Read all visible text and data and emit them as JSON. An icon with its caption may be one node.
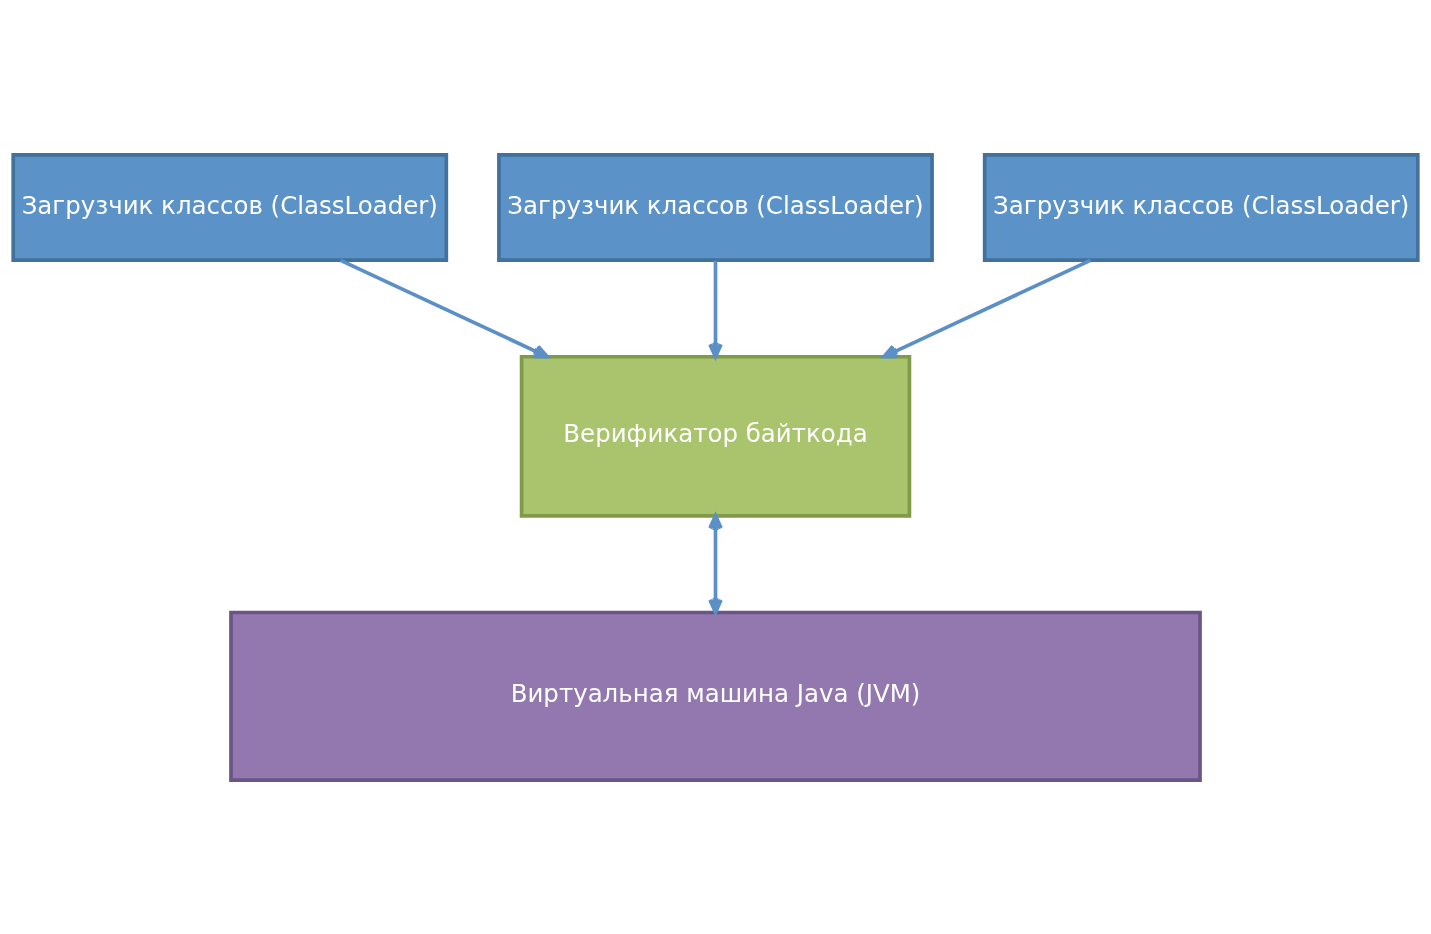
{
  "diagram": {
    "nodes": [
      {
        "text": [
          "Загрузчик классов (ClassLoader)"
        ]
      },
      {
        "text": [
          "Загрузчик классов (ClassLoader)"
        ]
      },
      {
        "text": [
          "Загрузчик классов (ClassLoader)"
        ]
      },
      {
        "text": [
          "Верификатор байткода"
        ]
      },
      {
        "text": [
          "Виртуальная машина Java (JVM)"
        ]
      }
    ],
    "edges": [
      {
        "from": 0,
        "to": 3,
        "arrow": "to"
      },
      {
        "from": 1,
        "to": 3,
        "arrow": "to"
      },
      {
        "from": 2,
        "to": 3,
        "arrow": "to"
      },
      {
        "from": 3,
        "to": 4,
        "arrow": "both"
      }
    ]
  }
}
